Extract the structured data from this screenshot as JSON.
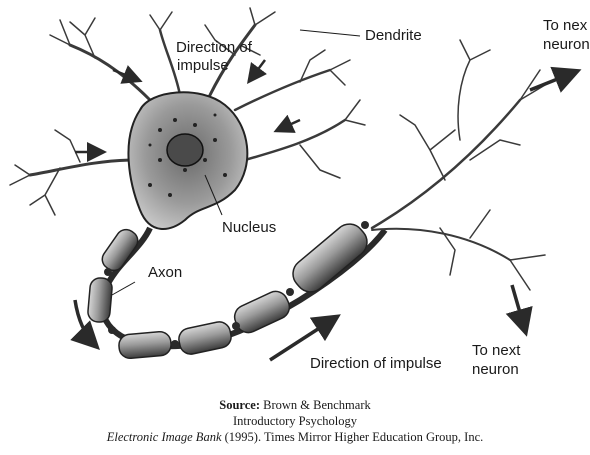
{
  "labels": {
    "dendrite": "Dendrite",
    "direction_of": "Direction of",
    "impulse": "impulse",
    "to_next_top_1": "To nex",
    "to_next_top_2": "neuron",
    "nucleus": "Nucleus",
    "axon": "Axon",
    "direction_of_impulse_bottom": "Direction of impulse",
    "to_next_bottom_1": "To next",
    "to_next_bottom_2": "neuron"
  },
  "caption": {
    "source_label": "Source:",
    "source_text": " Brown & Benchmark",
    "line2": "Introductory Psychology",
    "line3_italic": "Electronic Image Bank",
    "line3_rest": " (1995). Times Mirror Higher Education Group, Inc."
  },
  "colors": {
    "ink": "#1a1a1a",
    "cell_fill": "#9a9a9a",
    "segment_fill": "#8c8c8c",
    "node_fill": "#3a3a3a"
  }
}
